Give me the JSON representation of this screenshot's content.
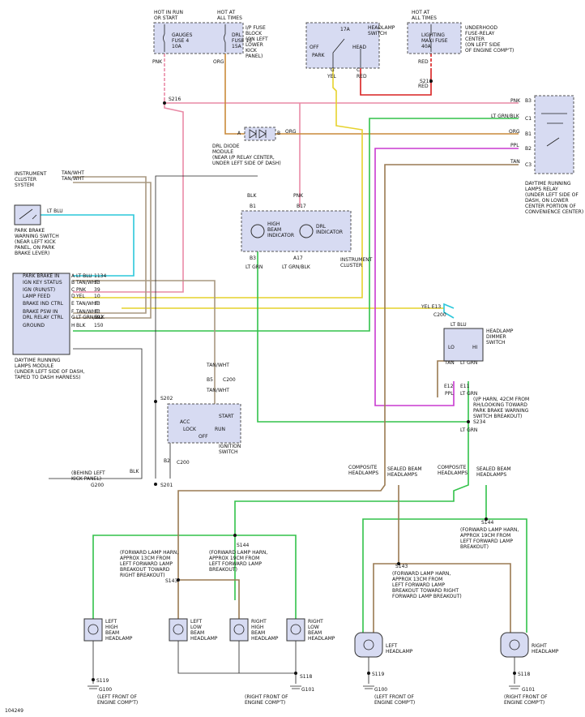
{
  "diagram_id": "104249",
  "colors": {
    "pink": "#e98aa6",
    "orange": "#c98a3a",
    "red": "#d92020",
    "yellow": "#e6d22c",
    "green": "#32c24a",
    "cyan": "#2cc7da",
    "purple": "#c83ad0",
    "tan": "#9a7a52",
    "black": "#222222",
    "component_fill": "#d7dbf2"
  },
  "fuses": {
    "gauges_hot": "HOT IN RUN\nOR START",
    "gauges_name": "GAUGES\nFUSE 4\n10A",
    "drl_hot": "HOT AT\nALL TIMES",
    "drl_name": "DRL\nFUSE 15\n15A",
    "ip_block": "I/P FUSE\nBLOCK\n(ON LEFT\nLOWER\nKICK\nPANEL)",
    "headlamp_switch": "HEADLAMP\nSWITCH",
    "headlamp_amp": "17A",
    "headlamp_off": "OFF",
    "headlamp_park": "PARK",
    "headlamp_head": "HEAD",
    "lighting_hot": "HOT AT\nALL TIMES",
    "lighting_name": "LIGHTING\nMAXI FUSE\n40A",
    "underhood": "UNDERHOOD\nFUSE-RELAY\nCENTER\n(ON LEFT SIDE\nOF ENGINE COMP'T)"
  },
  "wires": {
    "pnk": "PNK",
    "org": "ORG",
    "yel": "YEL",
    "red": "RED",
    "g": "G",
    "c": "C",
    "ltgrn_blk": "LT GRN/BLK",
    "ltgrn": "LT GRN",
    "ppl": "PPL",
    "tan": "TAN",
    "tanwht": "TAN/WHT",
    "blk": "BLK",
    "ltblu": "LT BLU"
  },
  "splices": {
    "s216": "S216",
    "s211": "S211",
    "s202": "S202",
    "s201": "S201",
    "s234": "S234",
    "s144": "S144",
    "s143": "S143",
    "s119": "S119",
    "s118": "S118"
  },
  "drl_diode": {
    "a": "A",
    "b": "B",
    "label": "DRL DIODE\nMODULE\n(NEAR I/P RELAY CENTER,\nUNDER LEFT SIDE OF DASH)"
  },
  "relay": {
    "pins": [
      "B3",
      "C1",
      "B1",
      "B2",
      "C3"
    ],
    "wires": [
      "PNK",
      "LT GRN/BLK",
      "ORG",
      "PPL",
      "TAN"
    ],
    "label": "DAYTIME RUNNING\nLAMPS RELAY\n(UNDER LEFT SIDE OF\nDASH, ON LOWER\nCENTER PORTION OF\nCONVENIENCE CENTER)"
  },
  "cluster": {
    "instrument_cluster_system": "INSTRUMENT\nCLUSTER\nSYSTEM",
    "hb_indicator": "HIGH\nBEAM\nINDICATOR",
    "drl_indicator": "DRL\nINDICATOR",
    "label": "INSTRUMENT\nCLUSTER",
    "b1": "B1",
    "b17": "B17",
    "b3": "B3",
    "a17": "A17"
  },
  "park_brake": {
    "label": "PARK BRAKE\nWARNING SWITCH\n(NEAR LEFT KICK\nPANEL, ON PARK\nBRAKE LEVER)"
  },
  "drl_module": {
    "rows": [
      {
        "pin": "A",
        "wire": "LT BLU",
        "circ": "1134",
        "label": "PARK BRAKE IN"
      },
      {
        "pin": "B",
        "wire": "TAN/WHT",
        "circ": "33",
        "label": "IGN KEY STATUS"
      },
      {
        "pin": "C",
        "wire": "PNK",
        "circ": "39",
        "label": "IGN (RUN/ST)"
      },
      {
        "pin": "D",
        "wire": "YEL",
        "circ": "10",
        "label": "LAMP FEED"
      },
      {
        "pin": "E",
        "wire": "TAN/WHT",
        "circ": "33",
        "label": "BRAKE IND CTRL"
      },
      {
        "pin": "F",
        "wire": "TAN/WHT",
        "circ": "33",
        "label": "BRAKE PSW IN"
      },
      {
        "pin": "G",
        "wire": "LT GRN/BLK",
        "circ": "592",
        "label": "DRL RELAY CTRL"
      },
      {
        "pin": "H",
        "wire": "BLK",
        "circ": "150",
        "label": "GROUND"
      }
    ],
    "label": "DAYTIME RUNNING\nLAMPS MODULE\n(UNDER LEFT SIDE OF DASH,\nTAPED TO DASH HARNESS)"
  },
  "dimmer": {
    "lo": "LO",
    "hi": "HI",
    "label": "HEADLAMP\nDIMMER\nSWITCH",
    "yel_e13": "YEL   E13",
    "c200": "C200",
    "e12": "E12",
    "e11": "E11",
    "note": "(I/P HARN, 42CM FROM\nRH/LOOKING TOWARD\nPARK BRAKE WARNING\nSWITCH BREAKOUT)"
  },
  "ignition": {
    "acc": "ACC",
    "lock": "LOCK",
    "off": "OFF",
    "start": "START",
    "run": "RUN",
    "label": "IGNITION\nSWITCH",
    "b5": "B5",
    "c200": "C200",
    "b2": "B2"
  },
  "ground": {
    "g200": "G200",
    "behind_panel": "(BEHIND LEFT\nKICK PANEL)"
  },
  "composite": {
    "left": "COMPOSITE\nHEADLAMPS",
    "left_sealed": "SEALED BEAM\nHEADLAMPS",
    "right": "COMPOSITE\nHEADLAMPS",
    "right_sealed": "SEALED BEAM\nHEADLAMPS"
  },
  "notes": {
    "s144_left": "(FORWARD LAMP HARN,\nAPPROX 13CM FROM\nLEFT FORWARD LAMP\nBREAKOUT TOWARD\nRIGHT BREAKOUT)",
    "s144_left2": "(FORWARD LAMP HARN,\nAPPROX 19CM FROM\nLEFT FORWARD LAMP\nBREAKOUT)",
    "s144_right": "(FORWARD LAMP HARN,\nAPPROX 19CM FROM\nLEFT FORWARD LAMP\nBREAKOUT)",
    "s143_right": "(FORWARD LAMP HARN,\nAPPROX 13CM FROM\nLEFT FORWARD LAMP\nBREAKOUT TOWARD RIGHT\nFORWARD LAMP BREAKOUT)"
  },
  "lamps": {
    "l_high": "LEFT\nHIGH\nBEAM\nHEADLAMP",
    "l_low": "LEFT\nLOW\nBEAM\nHEADLAMP",
    "r_high": "RIGHT\nHIGH\nBEAM\nHEADLAMP",
    "r_low": "RIGHT\nLOW\nBEAM\nHEADLAMP",
    "left": "LEFT\nHEADLAMP",
    "right": "RIGHT\nHEADLAMP"
  },
  "grounds": {
    "g100": "G100",
    "g101": "G101",
    "lf": "(LEFT FRONT OF\nENGINE COMP'T)",
    "rf": "(RIGHT FRONT OF\nENGINE COMP'T)"
  }
}
